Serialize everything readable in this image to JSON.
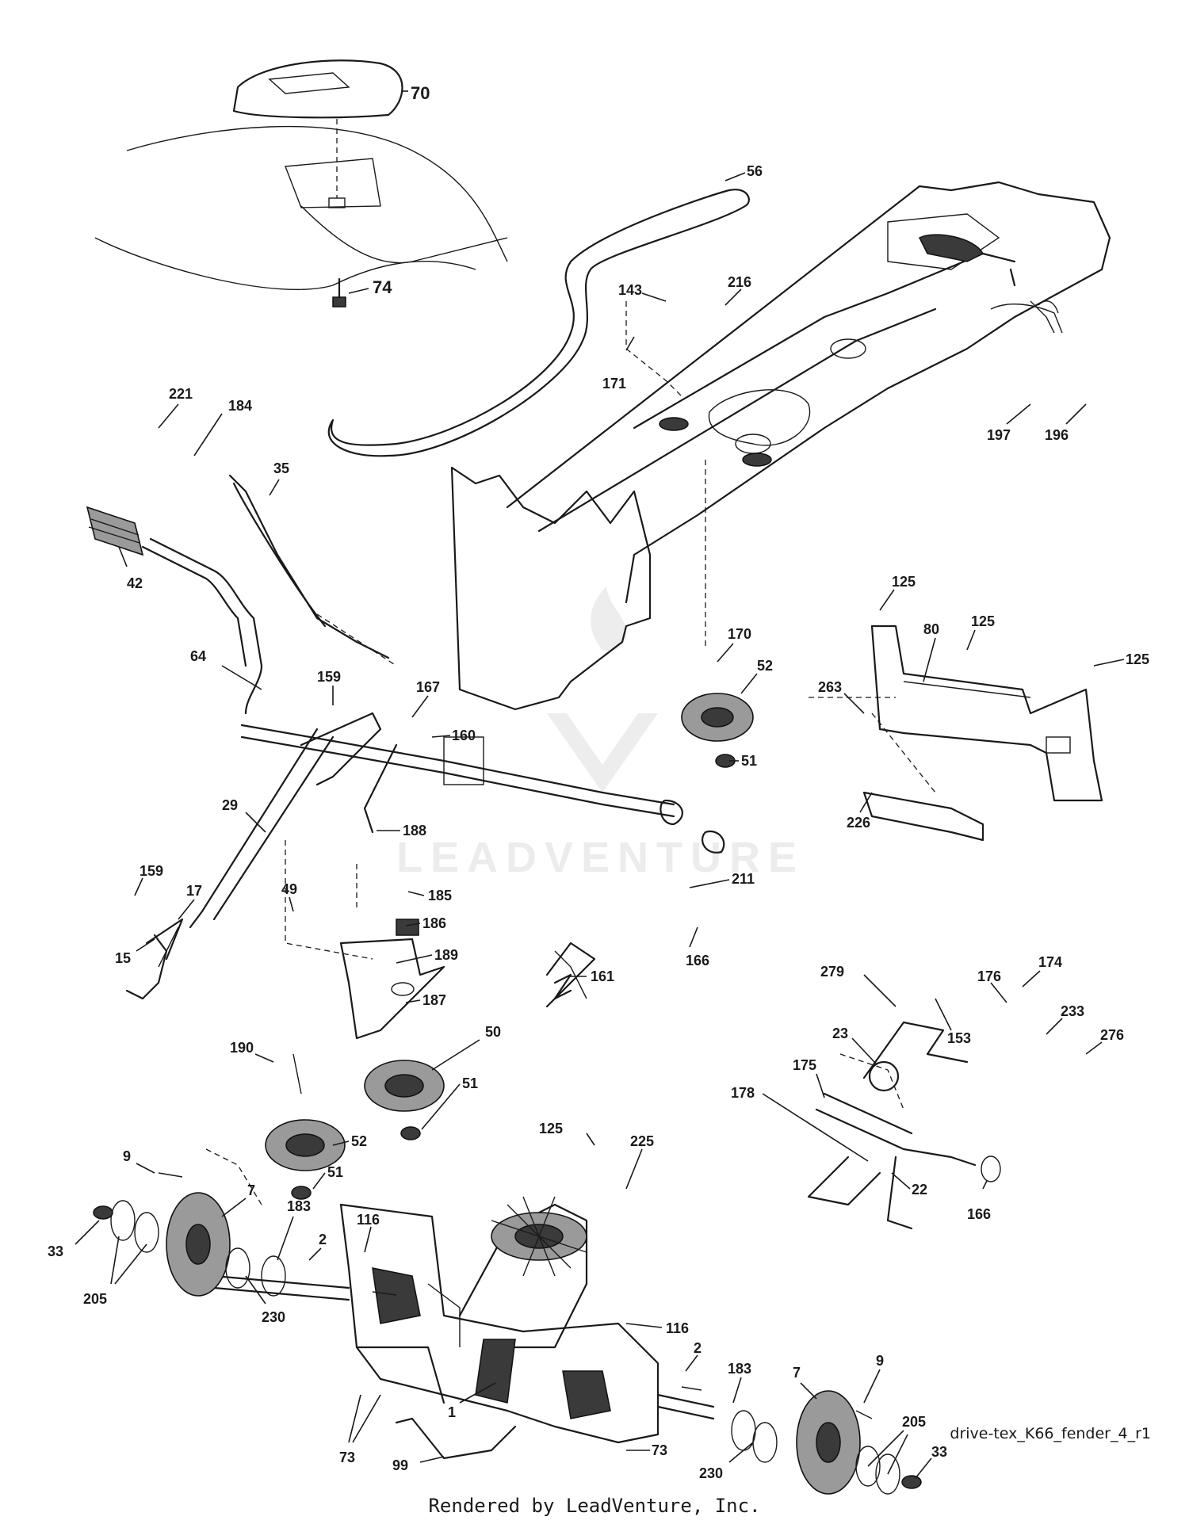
{
  "diagram": {
    "id_label": "drive-tex_K66_fender_4_r1",
    "footer": "Rendered by LeadVenture, Inc.",
    "watermark": {
      "logo": "leadventure-logo",
      "text": "LEADVENTURE"
    },
    "callouts": [
      {
        "num": "70"
      },
      {
        "num": "56"
      },
      {
        "num": "74"
      },
      {
        "num": "143"
      },
      {
        "num": "216"
      },
      {
        "num": "171"
      },
      {
        "num": "197"
      },
      {
        "num": "196"
      },
      {
        "num": "221"
      },
      {
        "num": "184"
      },
      {
        "num": "35"
      },
      {
        "num": "42"
      },
      {
        "num": "64"
      },
      {
        "num": "159"
      },
      {
        "num": "167"
      },
      {
        "num": "160"
      },
      {
        "num": "170"
      },
      {
        "num": "52"
      },
      {
        "num": "51"
      },
      {
        "num": "125"
      },
      {
        "num": "80"
      },
      {
        "num": "125"
      },
      {
        "num": "125"
      },
      {
        "num": "263"
      },
      {
        "num": "226"
      },
      {
        "num": "29"
      },
      {
        "num": "188"
      },
      {
        "num": "159"
      },
      {
        "num": "17"
      },
      {
        "num": "15"
      },
      {
        "num": "49"
      },
      {
        "num": "185"
      },
      {
        "num": "186"
      },
      {
        "num": "189"
      },
      {
        "num": "211"
      },
      {
        "num": "166"
      },
      {
        "num": "161"
      },
      {
        "num": "187"
      },
      {
        "num": "279"
      },
      {
        "num": "174"
      },
      {
        "num": "176"
      },
      {
        "num": "233"
      },
      {
        "num": "153"
      },
      {
        "num": "276"
      },
      {
        "num": "23"
      },
      {
        "num": "190"
      },
      {
        "num": "50"
      },
      {
        "num": "51"
      },
      {
        "num": "52"
      },
      {
        "num": "51"
      },
      {
        "num": "175"
      },
      {
        "num": "178"
      },
      {
        "num": "125"
      },
      {
        "num": "225"
      },
      {
        "num": "22"
      },
      {
        "num": "166"
      },
      {
        "num": "9"
      },
      {
        "num": "7"
      },
      {
        "num": "183"
      },
      {
        "num": "2"
      },
      {
        "num": "116"
      },
      {
        "num": "33"
      },
      {
        "num": "205"
      },
      {
        "num": "230"
      },
      {
        "num": "116"
      },
      {
        "num": "2"
      },
      {
        "num": "183"
      },
      {
        "num": "7"
      },
      {
        "num": "9"
      },
      {
        "num": "1"
      },
      {
        "num": "73"
      },
      {
        "num": "99"
      },
      {
        "num": "205"
      },
      {
        "num": "33"
      },
      {
        "num": "73"
      },
      {
        "num": "230"
      }
    ]
  }
}
